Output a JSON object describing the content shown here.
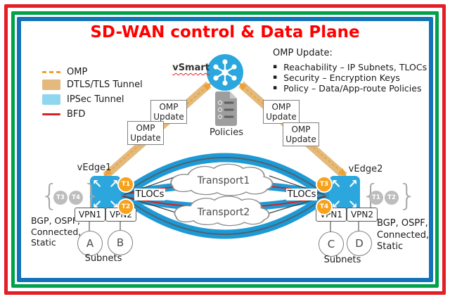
{
  "title": "SD-WAN control & Data Plane",
  "legend": {
    "items": [
      {
        "label": "OMP",
        "style": "dashed-line",
        "color": "#F0A030"
      },
      {
        "label": "DTLS/TLS Tunnel",
        "style": "swatch",
        "color": "#E3BA7D"
      },
      {
        "label": "IPSec Tunnel",
        "style": "swatch",
        "color": "#8FD6EF"
      },
      {
        "label": "BFD",
        "style": "solid-line",
        "color": "#D42323"
      }
    ]
  },
  "omp_update_panel": {
    "heading": "OMP Update:",
    "bullets": [
      "Reachability – IP Subnets, TLOCs",
      "Security – Encryption Keys",
      "Policy – Data/App-route Policies"
    ]
  },
  "controller": {
    "label": "vSmart",
    "policies_label": "Policies"
  },
  "omp_update_box": "OMP Update",
  "transports": [
    "Transport1",
    "Transport2"
  ],
  "tlocs_label": "TLOCs",
  "braces": {
    "open": "{",
    "close": "}"
  },
  "icons": {
    "bullet": "▪",
    "router_arrows": [
      "↖",
      "↗",
      "↙",
      "↘"
    ]
  },
  "edges": {
    "left": {
      "name": "vEdge1",
      "local_tlocs": [
        "T1",
        "T2"
      ],
      "remote_tlocs": [
        "T3",
        "T4"
      ],
      "vpns": [
        "VPN1",
        "VPN2"
      ],
      "subnets": [
        "A",
        "B"
      ],
      "subnets_label": "Subnets",
      "routing_lines": [
        "BGP, OSPF,",
        "Connected,",
        "Static"
      ]
    },
    "right": {
      "name": "vEdge2",
      "local_tlocs": [
        "T3",
        "T4"
      ],
      "remote_tlocs": [
        "T1",
        "T2"
      ],
      "vpns": [
        "VPN1",
        "VPN2"
      ],
      "subnets": [
        "C",
        "D"
      ],
      "subnets_label": "Subnets",
      "routing_lines": [
        "BGP, OSPF,",
        "Connected,",
        "Static"
      ]
    }
  },
  "colors": {
    "title_red": "#FF0000",
    "frame_red": "#E31E24",
    "frame_green": "#00A14B",
    "frame_blue": "#1273B8",
    "omp_dash_orange": "#F0A030",
    "dtls_tan": "#E3BA7D",
    "ipsec_band_blue": "#1D9AD6",
    "bfd_red": "#D42323",
    "router_blue": "#2BA7DE",
    "tloc_orange": "#F8A11B",
    "remote_tloc_gray": "#BDBDBD",
    "policies_gray": "#9E9E9E"
  }
}
